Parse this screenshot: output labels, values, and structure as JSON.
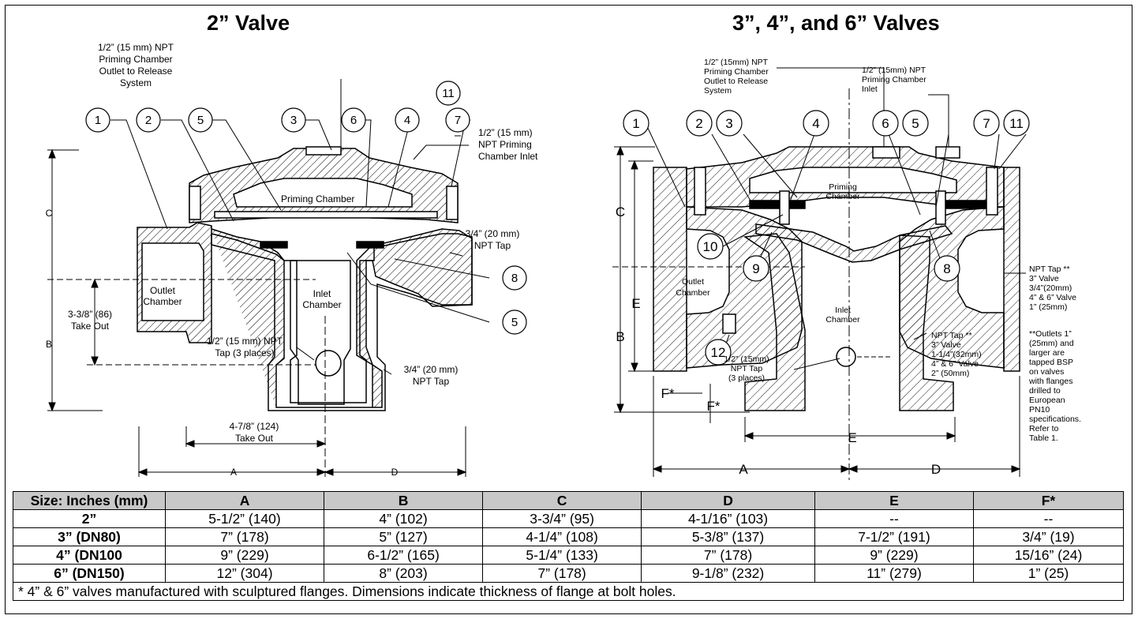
{
  "headings": {
    "left": "2” Valve",
    "right": "3”, 4”, and 6” Valves"
  },
  "left_diagram": {
    "callouts": [
      "1",
      "2",
      "5",
      "3",
      "6",
      "4",
      "7",
      "11",
      "8",
      "5"
    ],
    "labels": {
      "priming_outlet": [
        "1/2” (15 mm) NPT",
        "Priming Chamber",
        "Outlet to Release",
        "System"
      ],
      "priming_inlet": [
        "1/2” (15 mm)",
        "NPT Priming",
        "Chamber Inlet"
      ],
      "priming_chamber": "Priming Chamber",
      "tap_34_top": [
        "3/4” (20 mm)",
        "NPT Tap"
      ],
      "outlet_chamber": [
        "Outlet",
        "Chamber"
      ],
      "inlet_chamber": [
        "Inlet",
        "Chamber"
      ],
      "takeout_338": [
        "3-3/8” (86)",
        "Take Out"
      ],
      "tap_12": [
        "1/2” (15 mm) NPT",
        "Tap (3 places)"
      ],
      "tap_34_bottom": [
        "3/4” (20 mm)",
        "NPT Tap"
      ],
      "takeout_478": [
        "4-7/8” (124)",
        "Take Out"
      ],
      "dim_a": "A",
      "dim_b": "B",
      "dim_c": "C",
      "dim_d": "D"
    }
  },
  "right_diagram": {
    "callouts": [
      "1",
      "2",
      "3",
      "4",
      "6",
      "5",
      "7",
      "11",
      "10",
      "9",
      "8",
      "12"
    ],
    "labels": {
      "priming_outlet": [
        "1/2” (15mm) NPT",
        "Priming Chamber",
        "Outlet to Release",
        "System"
      ],
      "priming_inlet": [
        "1/2” (15mm) NPT",
        "Priming Chamber",
        "Inlet"
      ],
      "priming_chamber": [
        "Priming",
        "Chamber"
      ],
      "outlet_chamber": [
        "Outlet",
        "Chamber"
      ],
      "inlet_chamber": [
        "Inlet",
        "Chamber"
      ],
      "tap_12": [
        "1/2” (15mm)",
        "NPT Tap",
        "(3 places)"
      ],
      "npt_tap_mid": [
        "NPT Tap **",
        "3” Valve",
        "1-1/4”(32mm)",
        "4” & 6” Valve",
        "2” (50mm)"
      ],
      "npt_tap_side": [
        "NPT Tap **",
        "3” Valve",
        "3/4”(20mm)",
        "4” & 6” Valve",
        "1” (25mm)"
      ],
      "bsp_note": [
        "**Outlets 1”",
        "(25mm) and",
        "larger are",
        "tapped BSP",
        "on valves",
        "with flanges",
        "drilled to",
        "European",
        "PN10",
        "specifications.",
        "Refer to",
        "Table 1."
      ],
      "dim_a": "A",
      "dim_b": "B",
      "dim_c": "C",
      "dim_d": "D",
      "dim_e_left": "E",
      "dim_e_bottom": "E",
      "dim_f1": "F*",
      "dim_f2": "F*"
    }
  },
  "table": {
    "headers": [
      "Size: Inches (mm)",
      "A",
      "B",
      "C",
      "D",
      "E",
      "F*"
    ],
    "rows": [
      [
        "2”",
        "5-1/2” (140)",
        "4” (102)",
        "3-3/4” (95)",
        "4-1/16” (103)",
        "--",
        "--"
      ],
      [
        "3” (DN80)",
        "7” (178)",
        "5” (127)",
        "4-1/4” (108)",
        "5-3/8” (137)",
        "7-1/2” (191)",
        "3/4” (19)"
      ],
      [
        "4” (DN100",
        "9” (229)",
        "6-1/2” (165)",
        "5-1/4” (133)",
        "7” (178)",
        "9” (229)",
        "15/16” (24)"
      ],
      [
        "6” (DN150)",
        "12” (304)",
        "8” (203)",
        "7” (178)",
        "9-1/8” (232)",
        "11” (279)",
        "1” (25)"
      ]
    ],
    "footnote": "* 4” & 6” valves manufactured with sculptured flanges. Dimensions indicate thickness of flange at bolt holes."
  }
}
